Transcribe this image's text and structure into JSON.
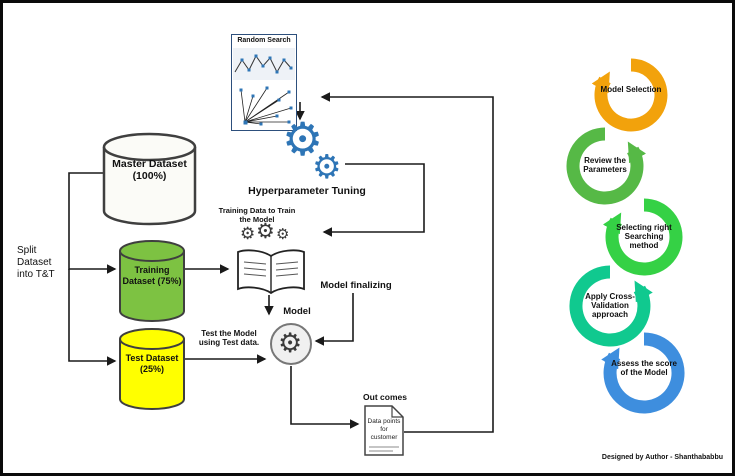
{
  "random_search": {
    "title": "Random Search"
  },
  "split_label": "Split Dataset into T&T",
  "datasets": {
    "master": {
      "label": "Master Dataset (100%)",
      "color": "#fbfbf7"
    },
    "training": {
      "label": "Training Dataset (75%)",
      "color": "#7DC242"
    },
    "test": {
      "label": "Test Dataset (25%)",
      "color": "#FFFF00"
    }
  },
  "labels": {
    "hyperparameter": "Hyperparameter Tuning",
    "training_data": "Training Data to Train the Model",
    "model_finalizing": "Model finalizing",
    "model": "Model",
    "test_model": "Test the Model using Test data.",
    "outcomes": "Out comes",
    "doc_text": "Data points for customer"
  },
  "icons": {
    "gear": "⚙",
    "gear_blue_color": "#2E75B6",
    "gear_dark_color": "#3a3a3a"
  },
  "cycle": {
    "steps": [
      {
        "label": "Model Selection",
        "color": "#F2A20C"
      },
      {
        "label": "Review the Parameters",
        "color": "#56B946"
      },
      {
        "label": "Selecting right Searching method",
        "color": "#35D145"
      },
      {
        "label": "Apply Cross-Validation approach",
        "color": "#10C98F"
      },
      {
        "label": "Assess the score of the Model",
        "color": "#3E8EDE"
      }
    ]
  },
  "credit": "Designed by Author - Shanthababbu"
}
